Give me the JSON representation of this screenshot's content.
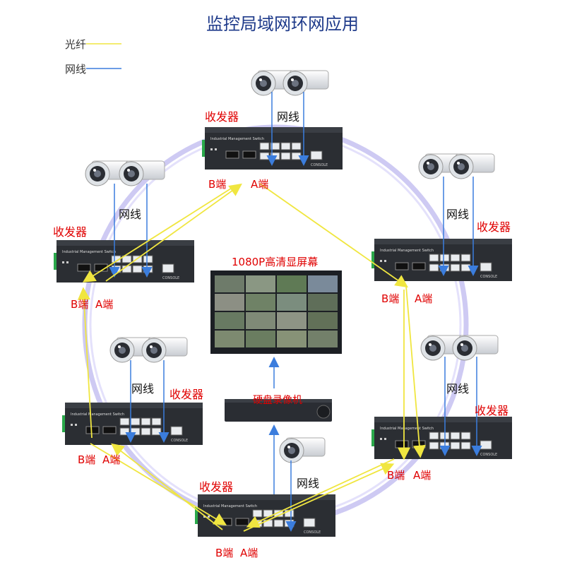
{
  "title": "监控局域网环网应用",
  "legend": [
    {
      "label": "光纤",
      "color": "#f5e642"
    },
    {
      "label": "网线",
      "color": "#3b7ddd"
    }
  ],
  "colors": {
    "fiber": "#f0e640",
    "cable": "#3b7ddd",
    "ring": "#c9c4f2",
    "device": "#2b2e33",
    "label_red": "#e00000"
  },
  "device_caption": "Industrial Management Switch",
  "transceiver_label": "收发器",
  "cable_label": "网线",
  "port_b": "B端",
  "port_a": "A端",
  "screen_label": "1080P高清显屏幕",
  "nvr_label": "硬盘录像机"
}
